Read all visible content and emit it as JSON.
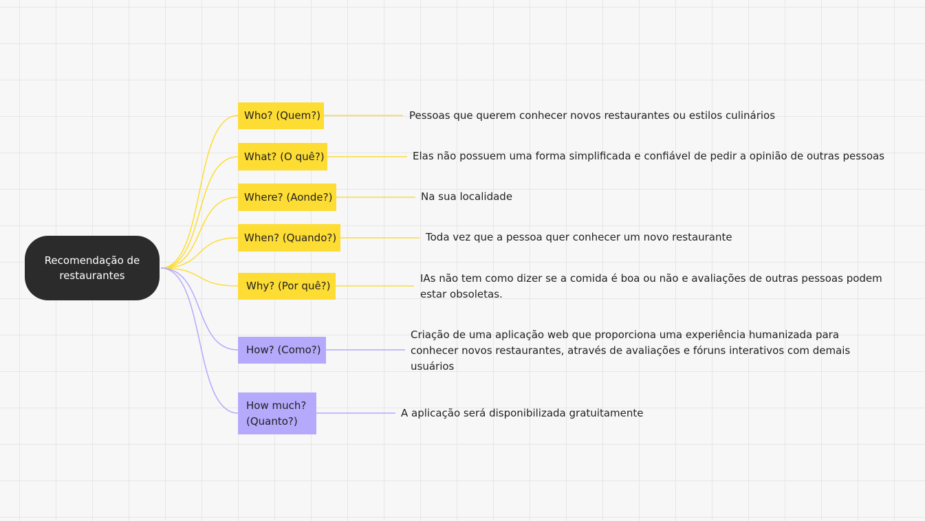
{
  "root": {
    "label": "Recomendação de restaurantes"
  },
  "colors": {
    "yellow_branch": "#fddc33",
    "purple_branch": "#b4a9fb",
    "root_fill": "#2b2b2b"
  },
  "branches": [
    {
      "question": "Who? (Quem?)",
      "answer": "Pessoas que querem conhecer novos restaurantes ou estilos culinários"
    },
    {
      "question": "What? (O quê?)",
      "answer": "Elas não possuem uma forma simplificada e confiável de pedir a opinião de outras pessoas"
    },
    {
      "question": "Where? (Aonde?)",
      "answer": "Na sua localidade"
    },
    {
      "question": "When? (Quando?)",
      "answer": "Toda vez que a pessoa quer conhecer um novo restaurante"
    },
    {
      "question": "Why? (Por quê?)",
      "answer": "IAs não tem como dizer se a comida é boa ou não e avaliações de outras pessoas podem estar obsoletas."
    },
    {
      "question": "How? (Como?)",
      "answer": "Criação de uma aplicação web que proporciona uma experiência humanizada para conhecer novos restaurantes, através de avaliações e fóruns interativos com demais usuários"
    },
    {
      "question": "How much? (Quanto?)",
      "answer": "A aplicação será disponibilizada gratuitamente"
    }
  ]
}
